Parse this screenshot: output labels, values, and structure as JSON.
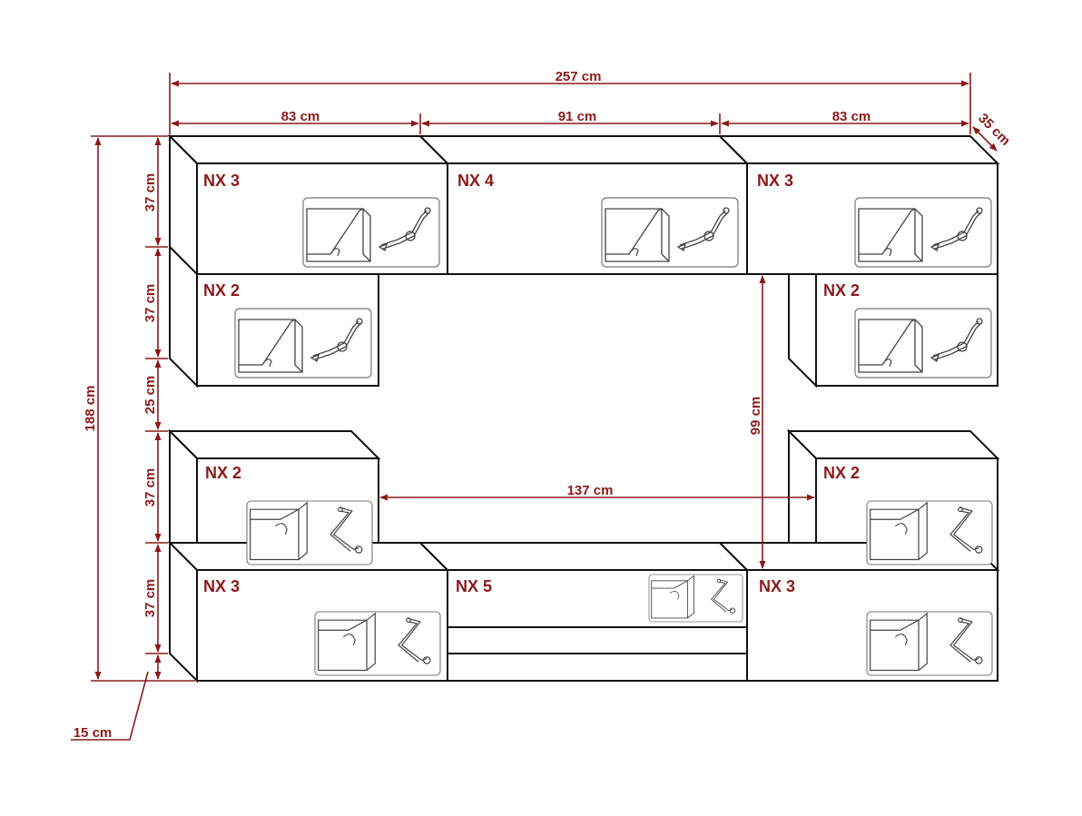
{
  "colors": {
    "dimension": "#8b1a1a",
    "label": "#8b1a1a",
    "outline": "#111111",
    "icon_stroke": "#444444",
    "icon_box": "#777777"
  },
  "dimensions": {
    "total_width": "257 cm",
    "left_width": "83 cm",
    "center_width": "91 cm",
    "right_width": "83 cm",
    "depth": "35 cm",
    "total_height": "188 cm",
    "row1_height": "37 cm",
    "row2_height": "37 cm",
    "gap_height": "25 cm",
    "row3_height": "37 cm",
    "row4_height": "37 cm",
    "bottom_offset": "15 cm",
    "opening_width": "137 cm",
    "opening_height": "99 cm"
  },
  "modules": {
    "top_left": "NX 3",
    "top_center": "NX 4",
    "top_right": "NX 3",
    "mid_left": "NX 2",
    "mid_right": "NX 2",
    "low_left": "NX 2",
    "low_right": "NX 2",
    "bottom_left": "NX 3",
    "bottom_center": "NX 5",
    "bottom_right": "NX 3"
  }
}
